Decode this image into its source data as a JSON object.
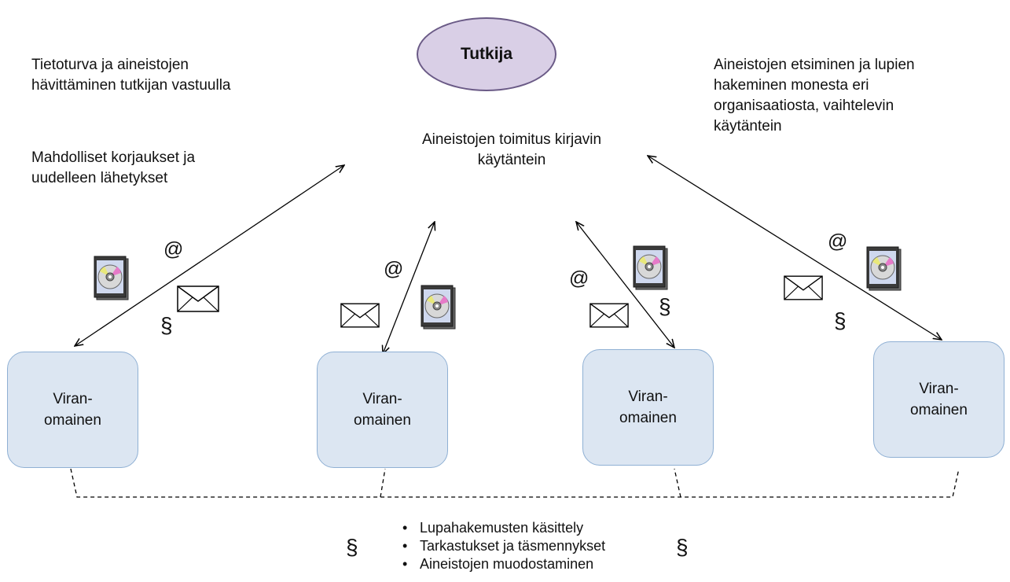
{
  "central": {
    "label": "Tutkija"
  },
  "notes": {
    "security": [
      "Tietoturva ja aineistojen",
      "hävittäminen tutkijan vastuulla"
    ],
    "corrections": [
      "Mahdolliset korjaukset ja",
      "uudelleen lähetykset"
    ],
    "delivery": [
      "Aineistojen toimitus kirjavin",
      "käytäntein"
    ],
    "search": [
      "Aineistojen etsiminen ja lupien",
      "hakeminen monesta eri",
      "organisaatiosta, vaihtelevin",
      "käytäntein"
    ]
  },
  "authorities": [
    {
      "line1": "Viran-",
      "line2": "omainen"
    },
    {
      "line1": "Viran-",
      "line2": "omainen"
    },
    {
      "line1": "Viran-",
      "line2": "omainen"
    },
    {
      "line1": "Viran-",
      "line2": "omainen"
    }
  ],
  "symbols": {
    "at": "@",
    "section": "§"
  },
  "icons": {
    "email": "envelope-icon",
    "disc": "cd-disc-icon"
  },
  "process_list": [
    "Lupahakemusten käsittely",
    "Tarkastukset ja täsmennykset",
    "Aineistojen muodostaminen"
  ],
  "colors": {
    "ellipse_fill": "#d9cfe6",
    "ellipse_border": "#6a5a86",
    "box_fill": "#dce6f2",
    "box_border": "#8fb0d4"
  }
}
